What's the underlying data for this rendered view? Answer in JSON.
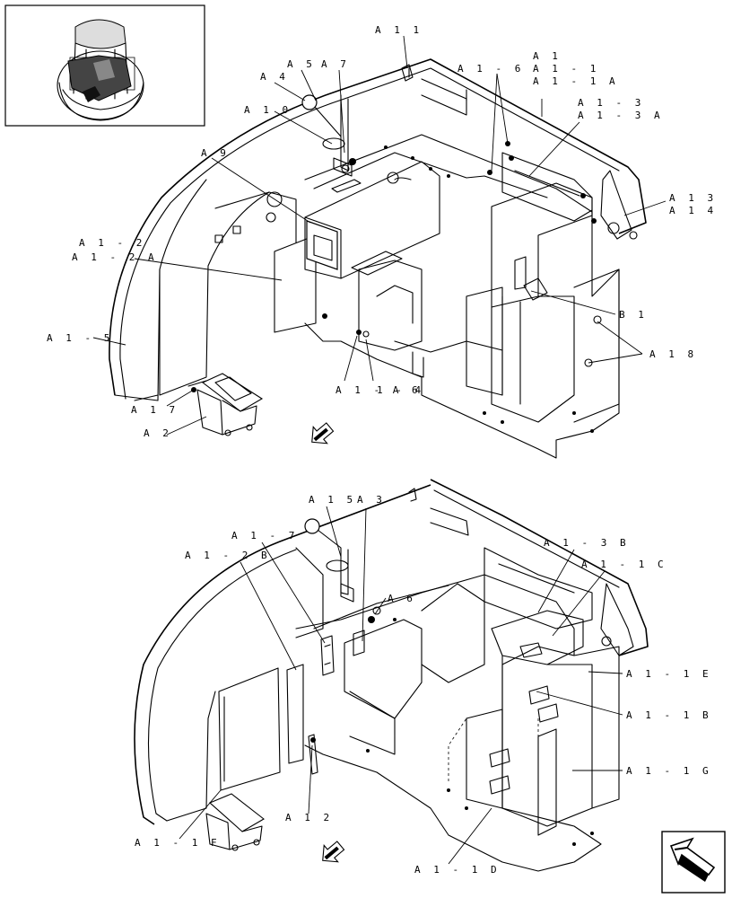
{
  "diagram": {
    "top_view": {
      "labels": [
        {
          "id": "a11",
          "text": "A 1 1"
        },
        {
          "id": "a5",
          "text": "A 5"
        },
        {
          "id": "a7",
          "text": "A 7"
        },
        {
          "id": "a4",
          "text": "A 4"
        },
        {
          "id": "a1-6",
          "text": "A 1 - 6"
        },
        {
          "id": "a1",
          "text": "A 1"
        },
        {
          "id": "a1-1",
          "text": "A 1 - 1"
        },
        {
          "id": "a1-1a",
          "text": "A 1 - 1 A"
        },
        {
          "id": "a10",
          "text": "A 1 0"
        },
        {
          "id": "a1-3",
          "text": "A 1 - 3"
        },
        {
          "id": "a1-3a",
          "text": "A 1 - 3 A"
        },
        {
          "id": "a9",
          "text": "A 9"
        },
        {
          "id": "a13",
          "text": "A 1 3"
        },
        {
          "id": "a14",
          "text": "A 1 4"
        },
        {
          "id": "a1-2",
          "text": "A 1 - 2"
        },
        {
          "id": "a1-2a",
          "text": "A 1 - 2 A"
        },
        {
          "id": "b1",
          "text": "B 1"
        },
        {
          "id": "a1-5",
          "text": "A 1 - 5"
        },
        {
          "id": "a18",
          "text": "A 1 8"
        },
        {
          "id": "a1-a6",
          "text": "A 1 - A 6"
        },
        {
          "id": "a1-4",
          "text": "1 - 4"
        },
        {
          "id": "a17",
          "text": "A 1 7"
        },
        {
          "id": "a2",
          "text": "A 2"
        }
      ]
    },
    "bottom_view": {
      "labels": [
        {
          "id": "a15",
          "text": "A 1 5"
        },
        {
          "id": "a3",
          "text": "A 3"
        },
        {
          "id": "a1-7",
          "text": "A 1 - 7"
        },
        {
          "id": "a1-3b",
          "text": "A 1 - 3 B"
        },
        {
          "id": "a1-2b",
          "text": "A 1 - 2 B"
        },
        {
          "id": "a1-1c",
          "text": "A 1 - 1 C"
        },
        {
          "id": "a6",
          "text": "A 6"
        },
        {
          "id": "a1-1e",
          "text": "A 1 - 1 E"
        },
        {
          "id": "a1-1b",
          "text": "A 1 - 1 B"
        },
        {
          "id": "a1-1g",
          "text": "A 1 - 1 G"
        },
        {
          "id": "a12",
          "text": "A 1 2"
        },
        {
          "id": "a1-1f",
          "text": "A 1 - 1 F"
        },
        {
          "id": "a1-1d",
          "text": "A 1 - 1 D"
        }
      ]
    }
  },
  "icons": {
    "inset": "machine-thumbnail-icon",
    "direction_top": "front-arrow-icon",
    "direction_bottom": "front-arrow-icon",
    "nav": "next-page-arrow-icon"
  }
}
